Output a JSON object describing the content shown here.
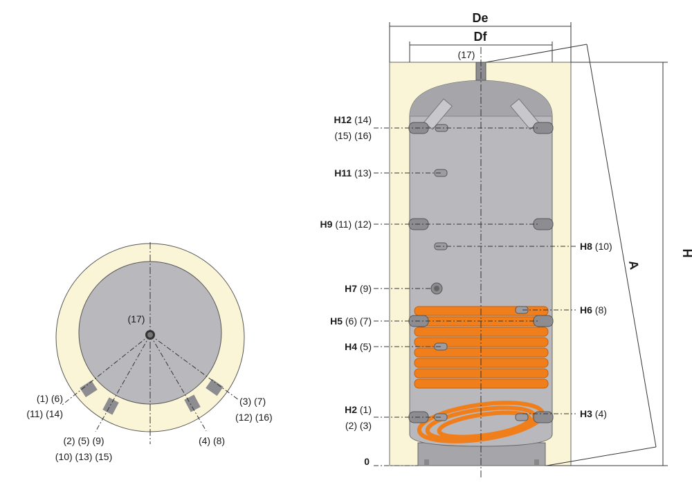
{
  "top_view": {
    "center_label": "(17)",
    "labels": {
      "left_top_1": "(1) (6)",
      "left_top_2": "(11) (14)",
      "bottom_left_1": "(2) (5) (9)",
      "bottom_left_2": "(10) (13) (15)",
      "bottom_right": "(4) (8)",
      "right_1": "(3) (7)",
      "right_2": "(12) (16)"
    }
  },
  "side_view": {
    "dimensions": {
      "outer_diameter": "De",
      "inner_diameter": "Df",
      "height": "H",
      "diagonal": "A"
    },
    "top_label": "(17)",
    "ground_label": "0",
    "left_connections": [
      {
        "code": "H12",
        "refs": "(14)",
        "refs2": "(15) (16)"
      },
      {
        "code": "H11",
        "refs": "(13)"
      },
      {
        "code": "H9",
        "refs": "(11) (12)"
      },
      {
        "code": "H7",
        "refs": "(9)"
      },
      {
        "code": "H5",
        "refs": "(6) (7)"
      },
      {
        "code": "H4",
        "refs": "(5)"
      },
      {
        "code": "H2",
        "refs": "(1)",
        "refs2": "(2) (3)"
      }
    ],
    "right_connections": [
      {
        "code": "H8",
        "refs": "(10)"
      },
      {
        "code": "H6",
        "refs": "(8)"
      },
      {
        "code": "H3",
        "refs": "(4)"
      }
    ]
  },
  "colors": {
    "insulation": "#fbf5d8",
    "tank": "#b9b9bd",
    "tank_top": "#a6a6aa",
    "coil": "#f07f1b",
    "coil_dark": "#c85f0a",
    "pipe": "#8d8d91"
  }
}
